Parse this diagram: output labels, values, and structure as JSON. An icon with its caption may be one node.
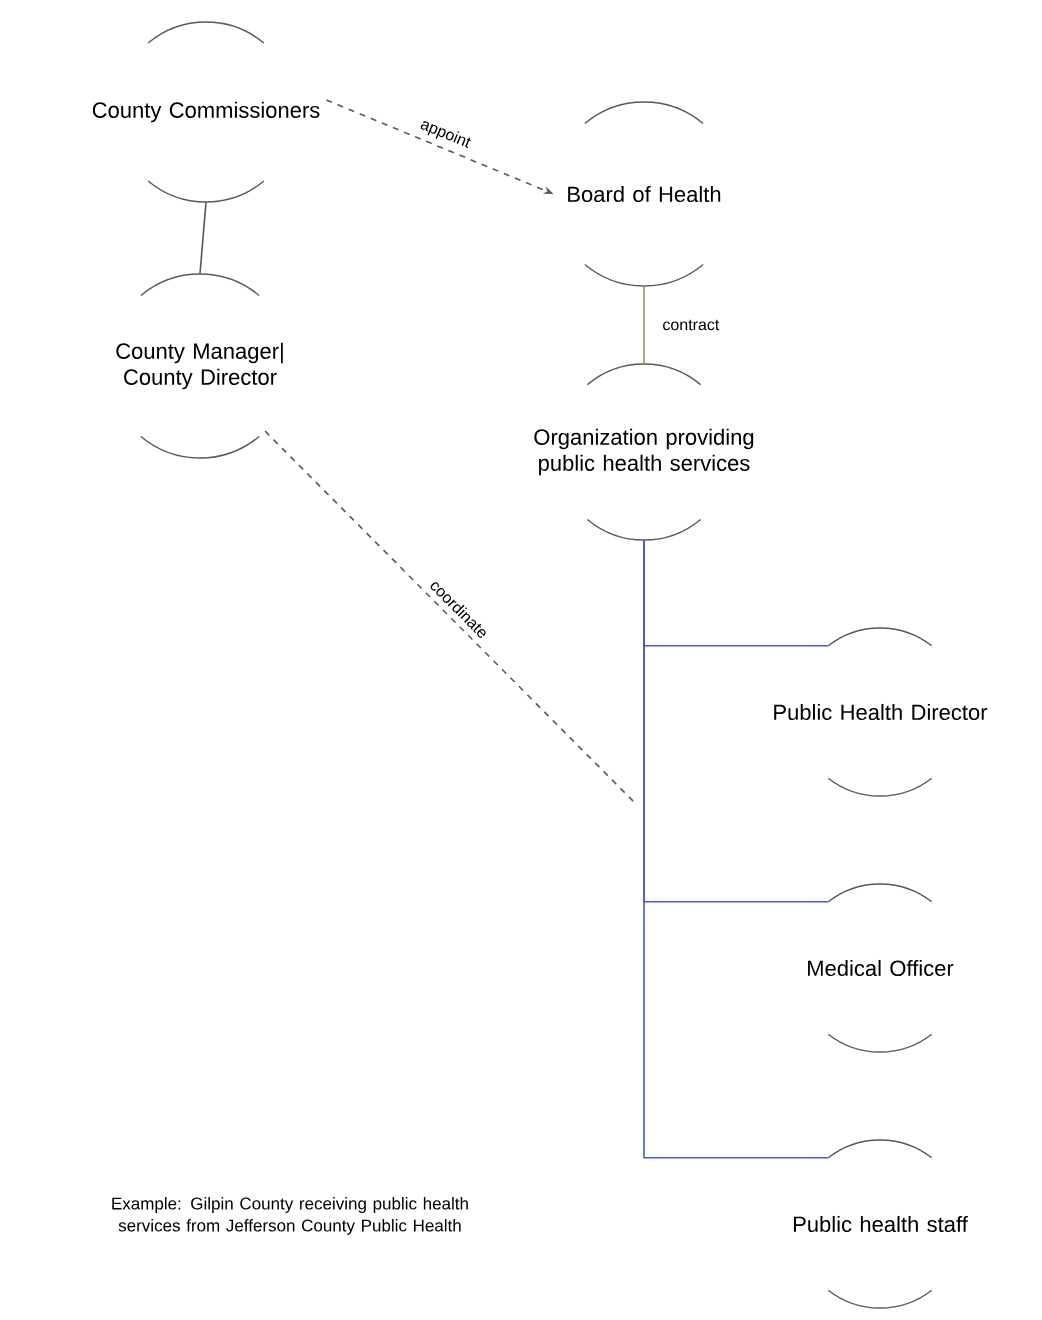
{
  "diagram": {
    "nodes": [
      {
        "text": [
          "County Commissioners"
        ]
      },
      {
        "text": [
          "Board of Health"
        ]
      },
      {
        "text": [
          "County Manager| County Director"
        ]
      },
      {
        "text": [
          "Organization providing public health services"
        ]
      },
      {
        "text": [
          "Public Health Director"
        ]
      },
      {
        "text": [
          "Medical Officer"
        ]
      },
      {
        "text": [
          "Public health staff"
        ]
      }
    ],
    "edges": [
      {
        "from": 0,
        "to": 1,
        "arrow": "to",
        "label": "appoint",
        "style": "dashed"
      },
      {
        "from": 0,
        "to": 2,
        "arrow": "none"
      },
      {
        "from": 1,
        "to": 3,
        "arrow": "none",
        "label": "contract",
        "color": "#9a9a5a"
      },
      {
        "from": 2,
        "to": null,
        "arrow": "none",
        "label": "coordinate",
        "style": "dashed"
      },
      {
        "from": 3,
        "to": 4,
        "arrow": "none",
        "color": "#4a5cc0"
      },
      {
        "from": 3,
        "to": 5,
        "arrow": "none",
        "color": "#4a5cc0"
      },
      {
        "from": 3,
        "to": 6,
        "arrow": "none",
        "color": "#4a5cc0"
      }
    ],
    "labels": [
      "Example: Gilpin County receiving public health services from Jefferson County Public Health"
    ]
  }
}
